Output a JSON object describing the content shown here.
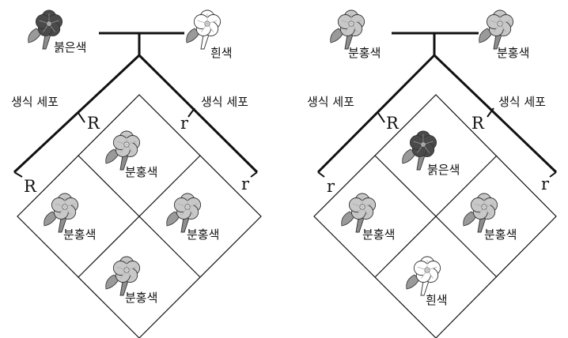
{
  "colors": {
    "red": "#4a4a4a",
    "pink": "#c8c8c8",
    "white": "#ffffff",
    "ink": "#111111"
  },
  "left": {
    "parents": [
      {
        "label": "붉은색",
        "flower": "red"
      },
      {
        "label": "흰색",
        "flower": "white"
      }
    ],
    "gamete_left_label": "생식 세포",
    "gamete_right_label": "생식 세포",
    "allele_right_top": "r",
    "allele_right_bottom": "r",
    "allele_left_top": "R",
    "allele_left_bottom": "R",
    "cells": [
      {
        "label": "분홍색",
        "flower": "pink"
      },
      {
        "label": "분홍색",
        "flower": "pink"
      },
      {
        "label": "분홍색",
        "flower": "pink"
      },
      {
        "label": "분홍색",
        "flower": "pink"
      }
    ]
  },
  "right": {
    "parents": [
      {
        "label": "분홍색",
        "flower": "pink"
      },
      {
        "label": "분홍색",
        "flower": "pink"
      }
    ],
    "gamete_left_label": "생식 세포",
    "gamete_right_label": "생식 세포",
    "allele_right_top": "R",
    "allele_right_bottom": "r",
    "allele_left_top": "R",
    "allele_left_bottom": "r",
    "cells": [
      {
        "label": "붉은색",
        "flower": "red"
      },
      {
        "label": "분홍색",
        "flower": "pink"
      },
      {
        "label": "분홍색",
        "flower": "pink"
      },
      {
        "label": "흰색",
        "flower": "white"
      }
    ]
  }
}
